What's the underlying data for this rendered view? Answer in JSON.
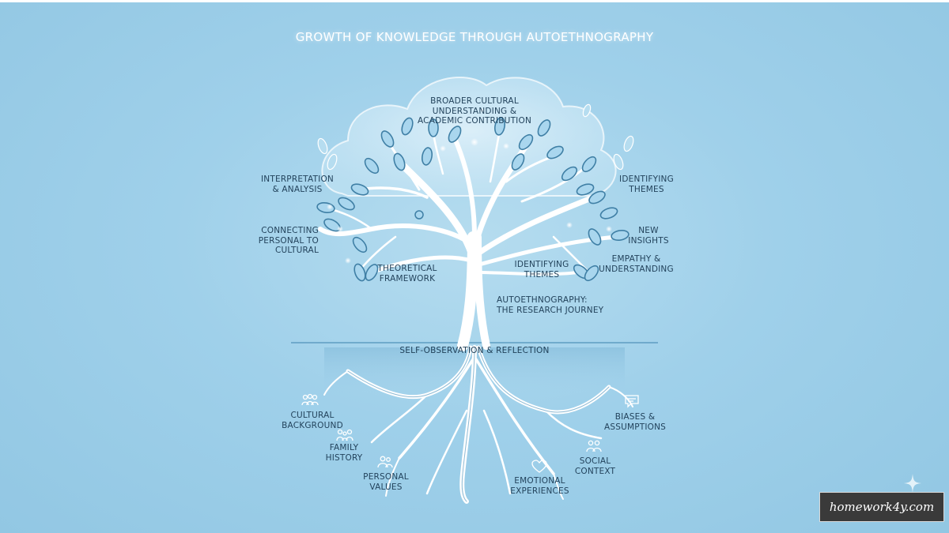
{
  "title": "GROWTH OF KNOWLEDGE THROUGH AUTOETHNOGRAPHY",
  "canopy": {
    "top_label": [
      "BROADER CULTURAL",
      "UNDERSTANDING &",
      "ACADEMIC CONTRIBUTION"
    ]
  },
  "branches_left": {
    "interpretation": [
      "INTERPRETATION",
      "& ANALYSIS"
    ],
    "connecting": [
      "CONNECTING",
      "PERSONAL TO",
      "CULTURAL"
    ],
    "theoretical": [
      "THEORETICAL",
      "FRAMEWORK"
    ]
  },
  "branches_right": {
    "identifying_outer": [
      "IDENTIFYING",
      "THEMES"
    ],
    "new_insights": [
      "NEW",
      "INSIGHTS"
    ],
    "identifying_inner": [
      "IDENTIFYING",
      "THEMES"
    ],
    "empathy": [
      "EMPATHY &",
      "UNDERSTANDING"
    ]
  },
  "trunk": [
    "AUTOETHNOGRAPHY:",
    "THE RESEARCH JOURNEY"
  ],
  "ground": "SELF-OBSERVATION & REFLECTION",
  "roots": {
    "cultural_background": [
      "CULTURAL",
      "BACKGROUND"
    ],
    "family_history": [
      "FAMILY",
      "HISTORY"
    ],
    "personal_values": [
      "PERSONAL",
      "VALUES"
    ],
    "emotional_experiences": [
      "EMOTIONAL",
      "EXPERIENCES"
    ],
    "social_context": [
      "SOCIAL",
      "CONTEXT"
    ],
    "biases": [
      "BIASES &",
      "ASSUMPTIONS"
    ]
  },
  "icons": [
    "people-group-icon",
    "family-icon",
    "person-pair-icon",
    "heart-icon",
    "social-group-icon",
    "speech-bubble-icon"
  ],
  "watermark": "homework4y.com",
  "colors": {
    "background": "#9fd0ea",
    "tree": "#ffffff",
    "leaf_stroke": "#3f7fa5",
    "text": "#1f3f57"
  }
}
